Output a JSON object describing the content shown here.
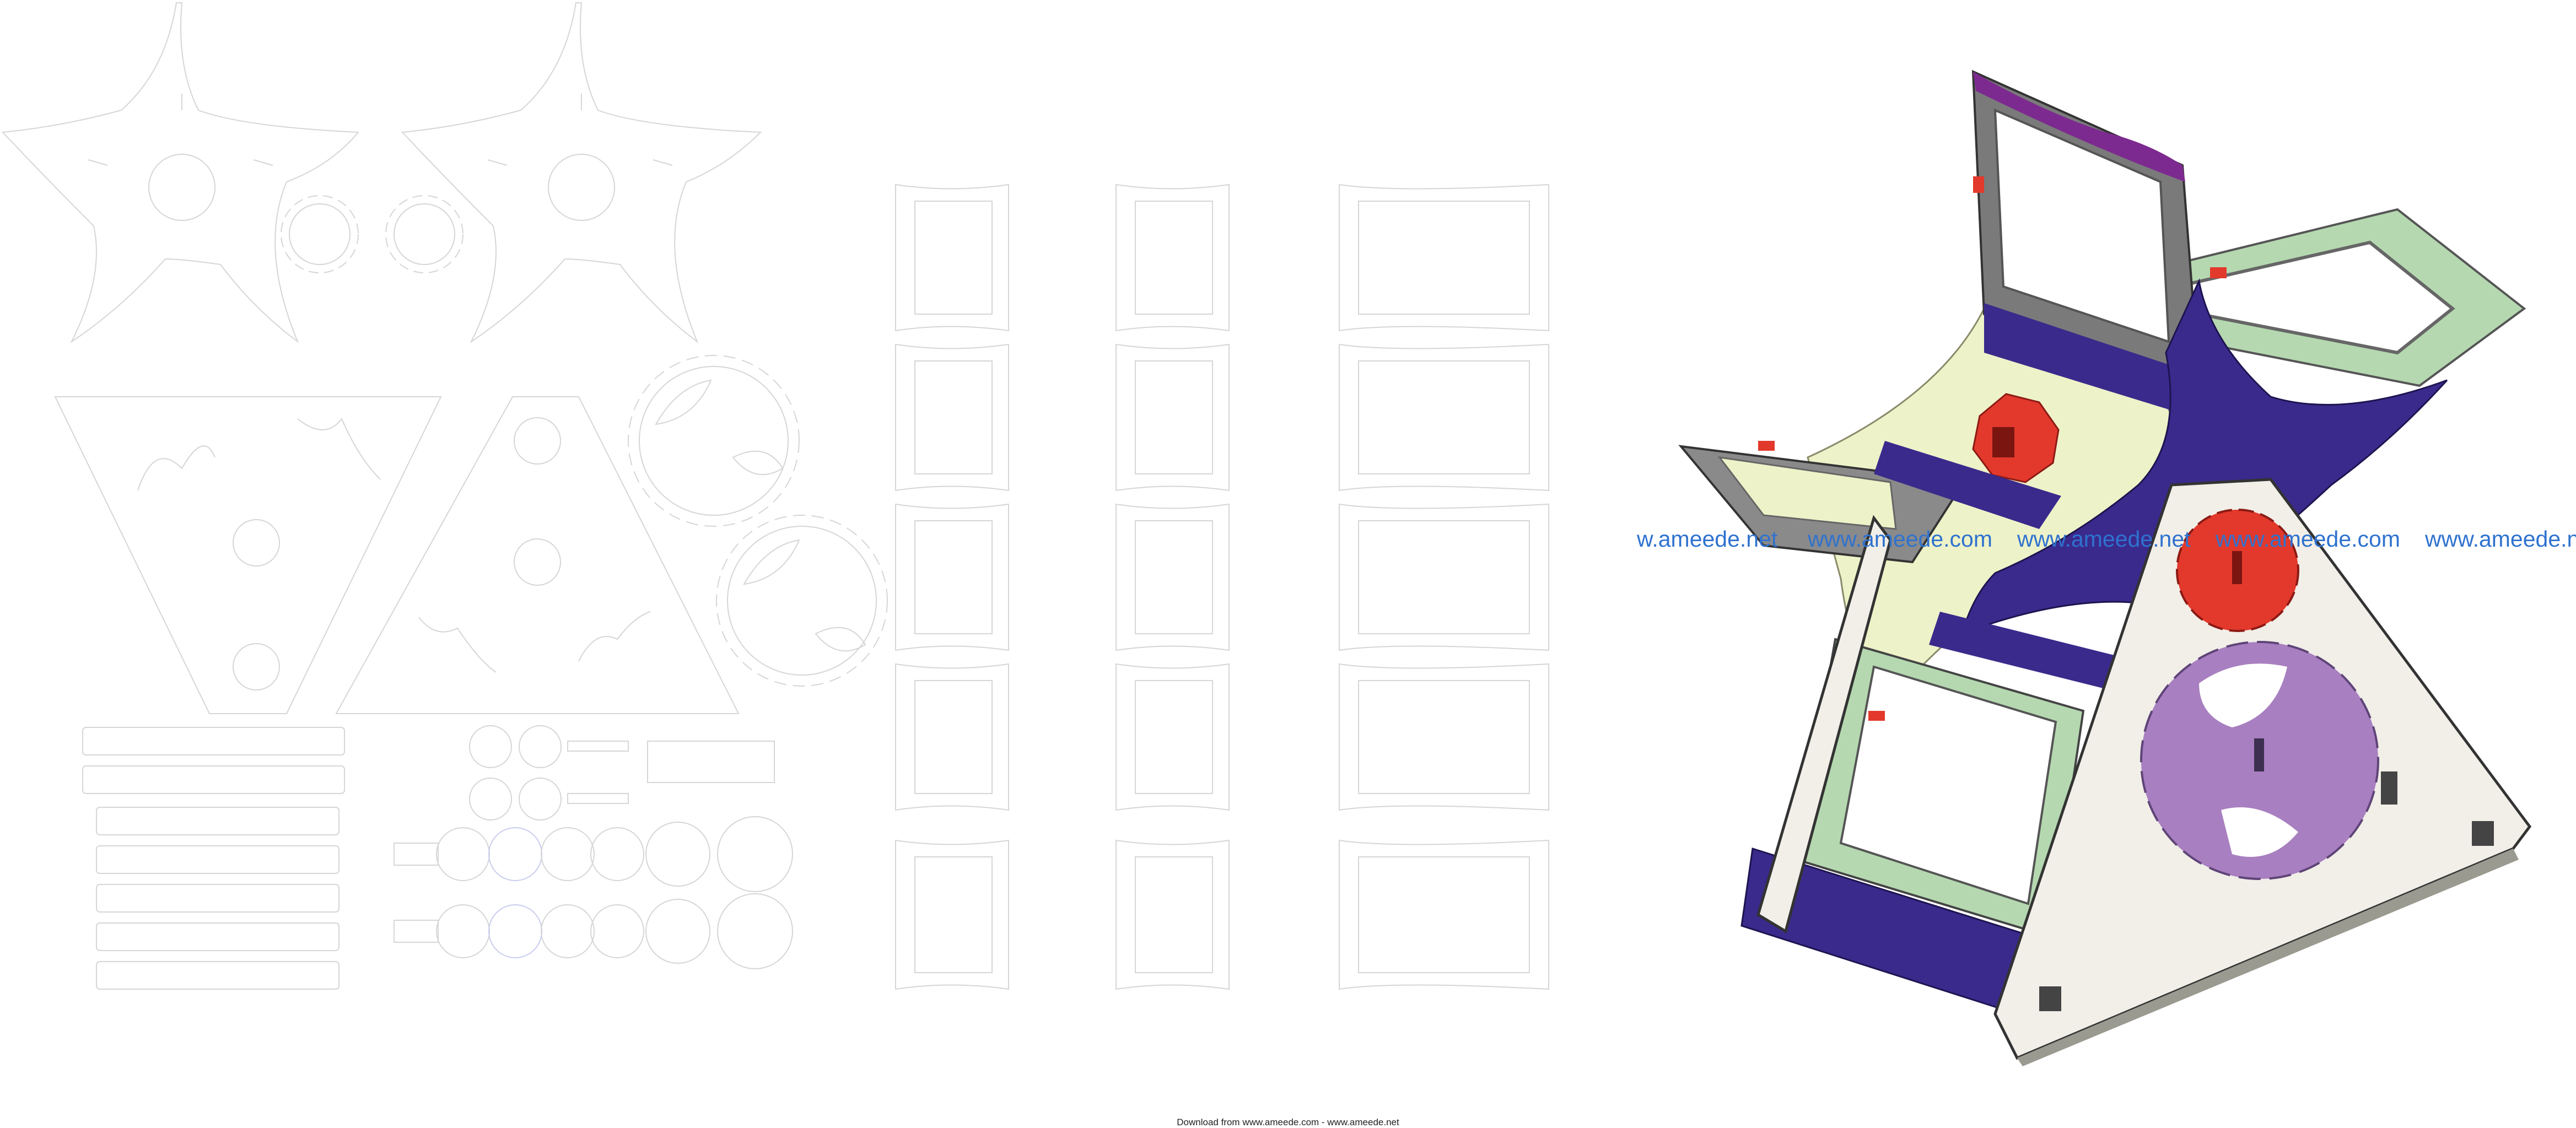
{
  "watermark": {
    "items": [
      "w.ameede.net",
      "www.ameede.com",
      "www.ameede.net",
      "www.ameede.com",
      "www.ameede.net"
    ]
  },
  "footer": {
    "text": "Download from www.ameede.com - www.ameede.net"
  },
  "colors": {
    "outline": "#d6d6d6",
    "purple": "#3a2a8c",
    "magenta": "#7d2a90",
    "red": "#e2392c",
    "lavender": "#a87fc0",
    "mint": "#b5d8b0",
    "pale_yellow": "#eef2c8",
    "cream": "#f1efe8",
    "watermark_blue": "#2f72cf"
  },
  "icons": [
    "gear-shape",
    "star-frame",
    "triangle-side-panel",
    "basket-panel"
  ]
}
